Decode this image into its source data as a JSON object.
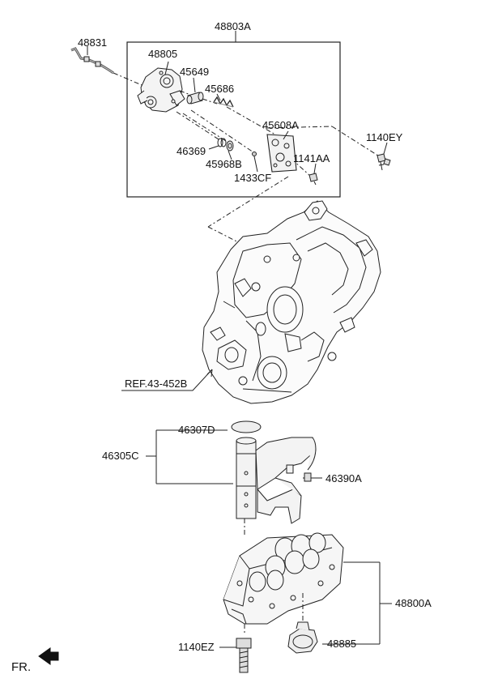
{
  "callouts": {
    "p48803A": "48803A",
    "p48831": "48831",
    "p48805": "48805",
    "p45649": "45649",
    "p45686": "45686",
    "p45608A": "45608A",
    "p1140EY": "1140EY",
    "p46369": "46369",
    "p1141AA": "1141AA",
    "p45968B": "45968B",
    "p1433CF": "1433CF",
    "ref": "REF.43-452B",
    "p46307D": "46307D",
    "p46305C": "46305C",
    "p46390A": "46390A",
    "p48800A": "48800A",
    "p1140EZ": "1140EZ",
    "p48885": "48885"
  },
  "direction": {
    "label": "FR."
  }
}
